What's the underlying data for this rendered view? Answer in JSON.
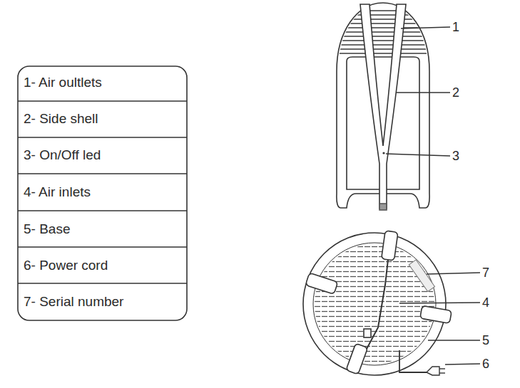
{
  "diagram": {
    "labels": [
      "1- Air oultlets",
      "2- Side shell",
      "3- On/Off led",
      "4- Air inlets",
      "5- Base",
      "6- Power cord",
      "7- Serial number",
      "1",
      "2",
      "3",
      "7",
      "4",
      "5",
      "6"
    ]
  }
}
